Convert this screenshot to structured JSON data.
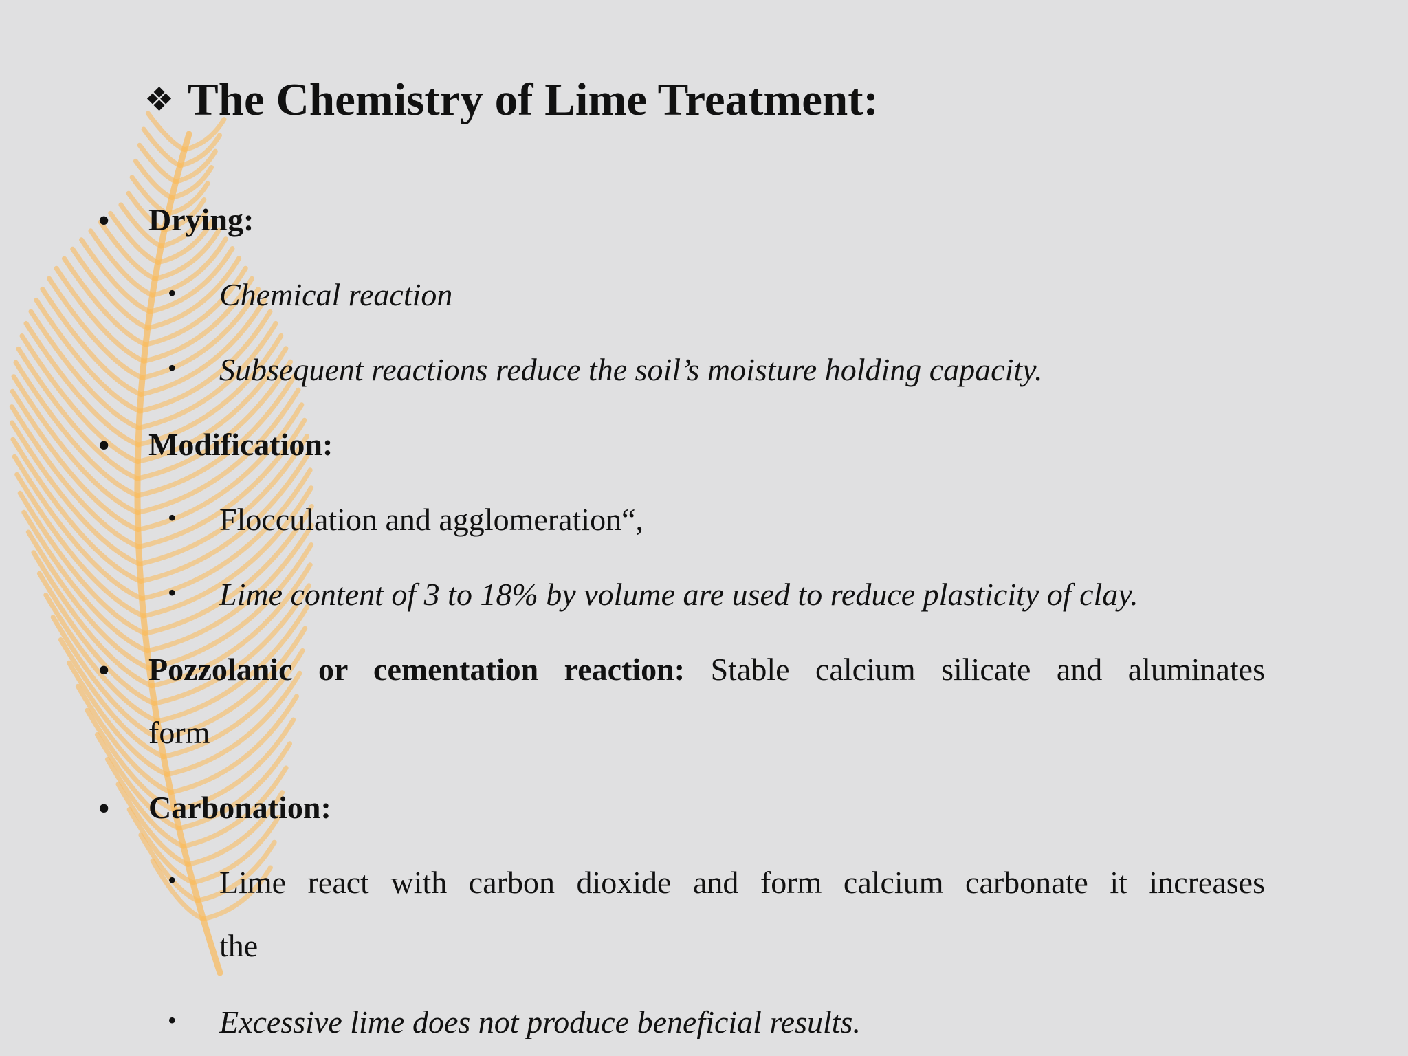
{
  "title": {
    "marker_icon": "four-diamond-icon",
    "text": "The Chemistry of Lime Treatment:"
  },
  "sections": [
    {
      "heading": "Drying:",
      "items": [
        "Chemical reaction",
        "Subsequent reactions reduce the soil’s moisture holding capacity."
      ]
    },
    {
      "heading": "Modification:",
      "items": [
        "Flocculation and agglomeration“,",
        "Lime content of 3 to 18% by volume are used to reduce plasticity of clay."
      ]
    },
    {
      "heading": "Pozzolanic or cementation reaction:",
      "description_line1": "Stable calcium silicate and aluminates",
      "description_line2": "form"
    },
    {
      "heading": "Carbonation:",
      "items": [
        {
          "line1": "Lime react with carbon dioxide and form calcium carbonate it increases",
          "line2": "the"
        },
        "Excessive lime does not produce beneficial results."
      ]
    }
  ],
  "decoration": {
    "background_color": "#e0e0e1",
    "leaf_color": "#f8bc62",
    "icon": "palm-leaf-decoration"
  }
}
